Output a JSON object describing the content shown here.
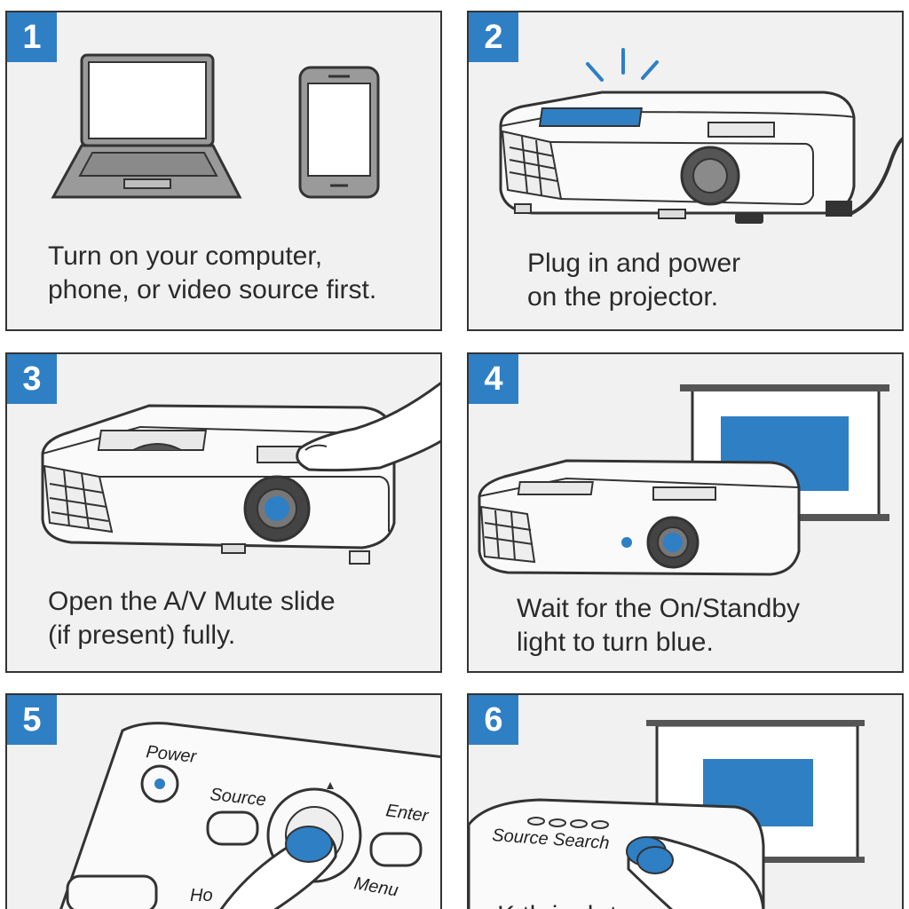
{
  "steps": [
    {
      "number": "1",
      "caption_line1": "Turn on your computer,",
      "caption_line2": "phone, or video source first."
    },
    {
      "number": "2",
      "caption_line1": "Plug in and power",
      "caption_line2": "on the projector."
    },
    {
      "number": "3",
      "caption_line1": "Open the A/V Mute slide",
      "caption_line2": "(if present) fully."
    },
    {
      "number": "4",
      "caption_line1": "Wait for the On/Standby",
      "caption_line2": "light to turn blue."
    },
    {
      "number": "5",
      "caption_line1": "",
      "caption_line2": ""
    },
    {
      "number": "6",
      "caption_line1": "K   th   i       e   b          t",
      "caption_line2": ""
    }
  ],
  "control_panel_labels": {
    "power": "Power",
    "source": "Source",
    "enter": "Enter",
    "menu": "Menu",
    "partial": "Ho",
    "source_search": "Source Search"
  },
  "colors": {
    "accent": "#2f7fc4",
    "outline": "#333333",
    "panel_bg": "#f1f1f1"
  }
}
